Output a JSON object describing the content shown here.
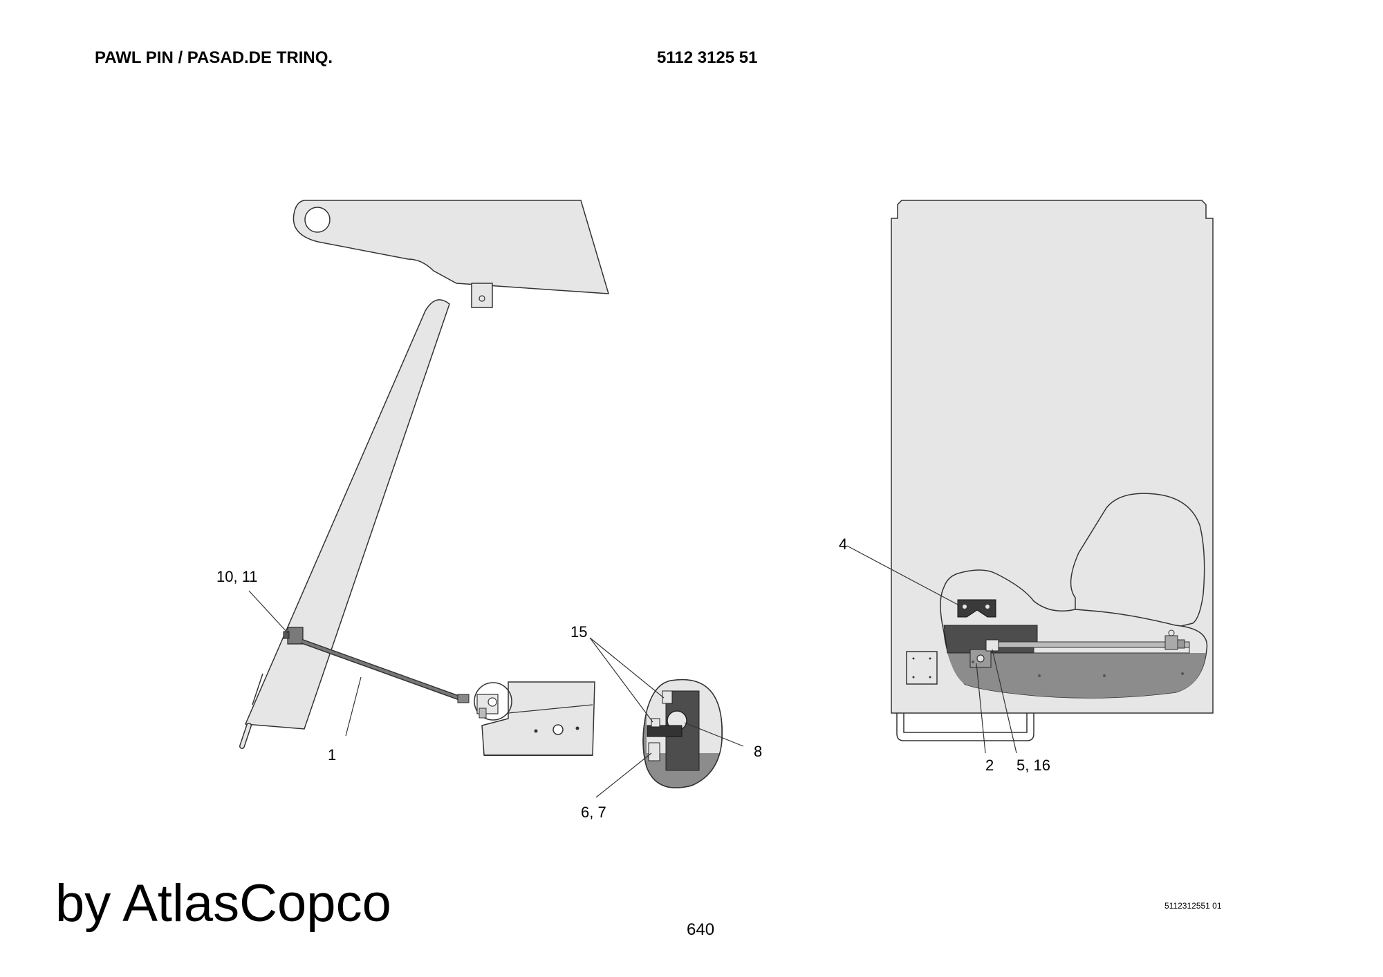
{
  "header": {
    "title": "PAWL PIN / PASAD.DE TRINQ.",
    "part_number": "5112 3125 51"
  },
  "callouts": {
    "c1": "1",
    "c10_11": "10, 11",
    "c15": "15",
    "c8": "8",
    "c6_7": "6, 7",
    "c4": "4",
    "c2": "2",
    "c5_16": "5, 16"
  },
  "footer": {
    "brand": "by AtlasCopco",
    "page_number": "640",
    "drawing_code": "5112312551 01"
  },
  "colors": {
    "part_fill": "#e6e6e6",
    "cutaway_dark": "#4d4d4d",
    "cutaway_mid": "#8c8c8c",
    "line": "#333333"
  }
}
